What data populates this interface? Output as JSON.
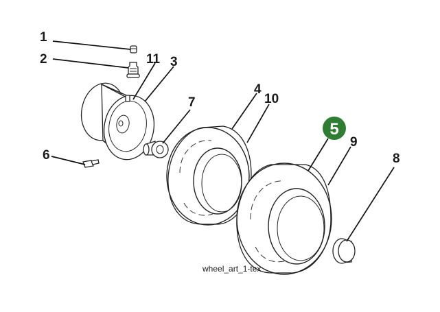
{
  "diagram": {
    "caption": "wheel_art_1-tex",
    "highlight_color": "#2e7d32",
    "callouts": [
      {
        "id": "c1",
        "label": "1"
      },
      {
        "id": "c2",
        "label": "2"
      },
      {
        "id": "c11",
        "label": "11"
      },
      {
        "id": "c3",
        "label": "3"
      },
      {
        "id": "c7",
        "label": "7"
      },
      {
        "id": "c4",
        "label": "4"
      },
      {
        "id": "c10",
        "label": "10"
      },
      {
        "id": "c6",
        "label": "6"
      },
      {
        "id": "c5",
        "label": "5",
        "highlighted": true
      },
      {
        "id": "c9",
        "label": "9"
      },
      {
        "id": "c8",
        "label": "8"
      }
    ]
  }
}
